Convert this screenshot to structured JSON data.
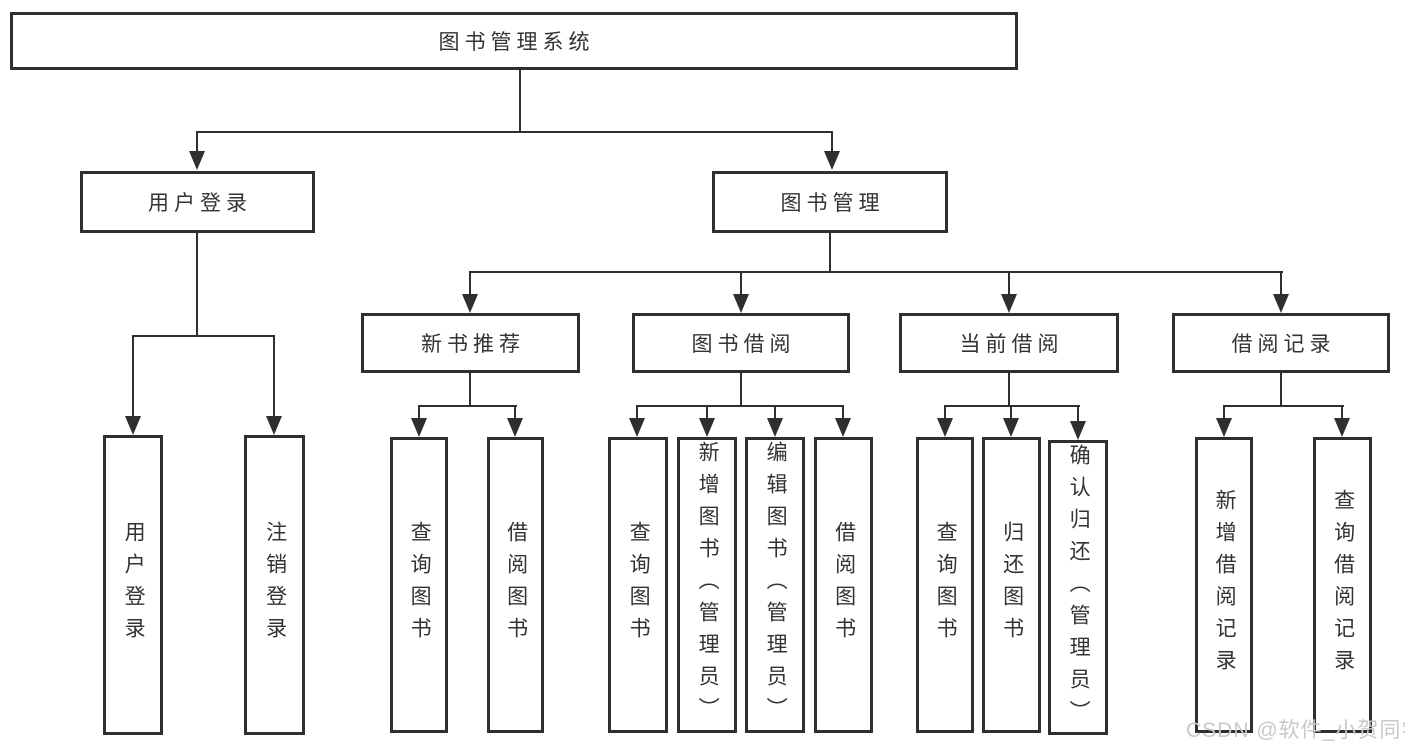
{
  "diagram_title": "图书管理系统",
  "nodes": {
    "root": "图书管理系统",
    "user_login": "用户登录",
    "book_mgmt": "图书管理",
    "new_book": "新书推荐",
    "book_borrow": "图书借阅",
    "current_borrow": "当前借阅",
    "borrow_record": "借阅记录",
    "leaf_user_login": "用户登录",
    "leaf_logout": "注销登录",
    "leaf_nb_query": "查询图书",
    "leaf_nb_borrow": "借阅图书",
    "leaf_bb_query": "查询图书",
    "leaf_bb_add": "新增图书（管理员）",
    "leaf_bb_edit": "编辑图书（管理员）",
    "leaf_bb_borrow": "借阅图书",
    "leaf_cb_query": "查询图书",
    "leaf_cb_return": "归还图书",
    "leaf_cb_confirm": "确认归还（管理员）",
    "leaf_br_add": "新增借阅记录",
    "leaf_br_query": "查询借阅记录"
  },
  "watermark": "CSDN @软件_小贺同学",
  "colors": {
    "line": "#2f2f2f",
    "text": "#333333",
    "watermark": "#c9c9c9",
    "background": "#ffffff"
  }
}
